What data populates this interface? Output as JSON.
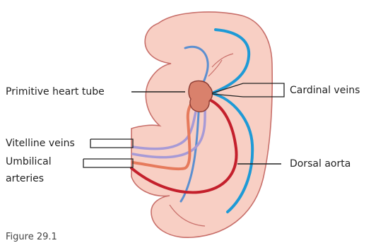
{
  "labels": {
    "primitive_heart_tube": "Primitive heart tube",
    "cardinal_veins": "Cardinal veins",
    "vitelline_veins": "Vitelline veins",
    "umbilical_line1": "Umbilical",
    "umbilical_line2": "arteries",
    "dorsal_aorta": "Dorsal aorta"
  },
  "caption": "Figure 29.1",
  "colors": {
    "embryo_fill": "#f8cfc4",
    "embryo_outline": "#c86f6a",
    "heart": "#d9816c",
    "cardinal_veins": "#1e9ad6",
    "vitelline_veins": "#a79ad6",
    "umbilical_arteries": "#e67a5c",
    "dorsal_aorta": "#c4202c",
    "internal_blue": "#5b8fd0"
  }
}
